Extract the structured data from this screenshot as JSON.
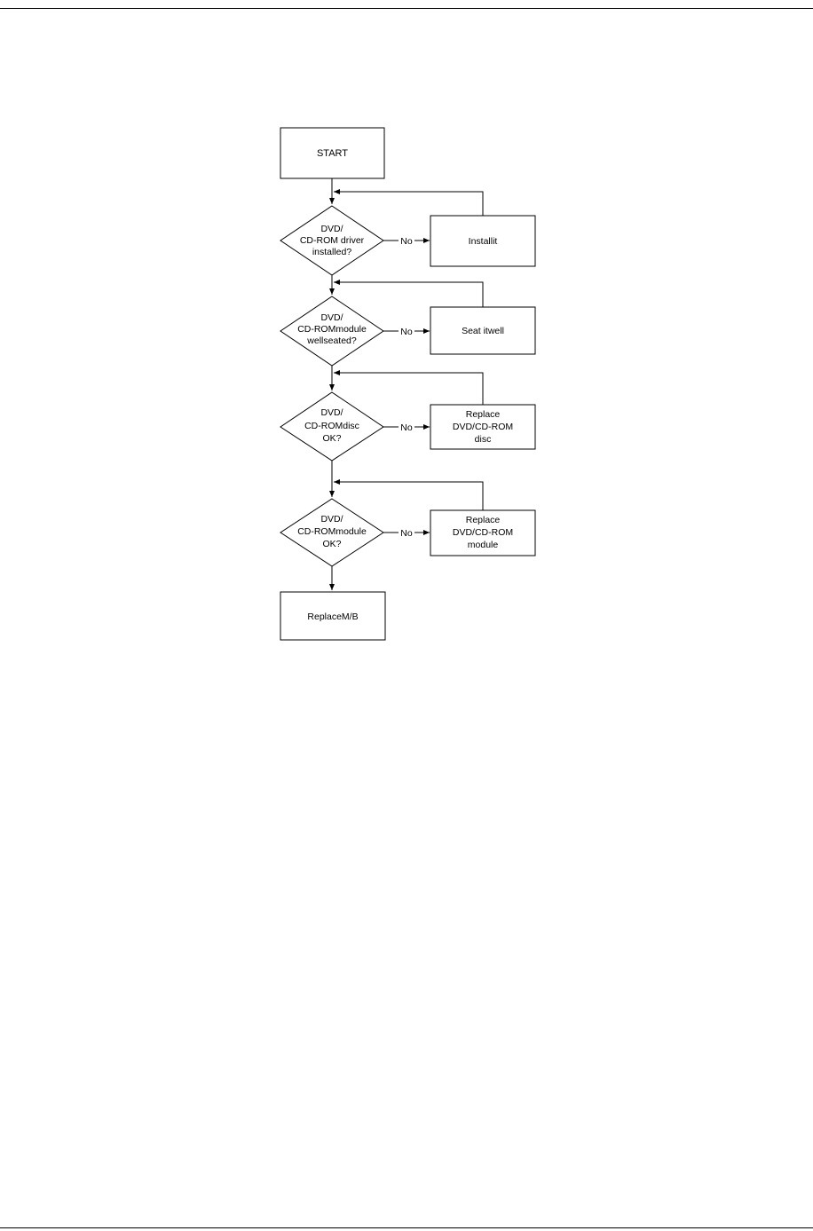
{
  "flowchart": {
    "start": "START",
    "steps": [
      {
        "question": [
          "DVD/",
          "CD-ROM driver",
          "installed?"
        ],
        "no_label": "No",
        "action": [
          "Installit"
        ]
      },
      {
        "question": [
          "DVD/",
          "CD-ROMmodule",
          "wellseated?"
        ],
        "no_label": "No",
        "action": [
          "Seat itwell"
        ]
      },
      {
        "question": [
          "DVD/",
          "CD-ROMdisc",
          "OK?"
        ],
        "no_label": "No",
        "action": [
          "Replace",
          "DVD/CD-ROM",
          "disc"
        ]
      },
      {
        "question": [
          "DVD/",
          "CD-ROMmodule",
          "OK?"
        ],
        "no_label": "No",
        "action": [
          "Replace",
          "DVD/CD-ROM",
          "module"
        ]
      }
    ],
    "end": "ReplaceM/B"
  },
  "colors": {
    "stroke": "#000000",
    "background": "#ffffff"
  }
}
